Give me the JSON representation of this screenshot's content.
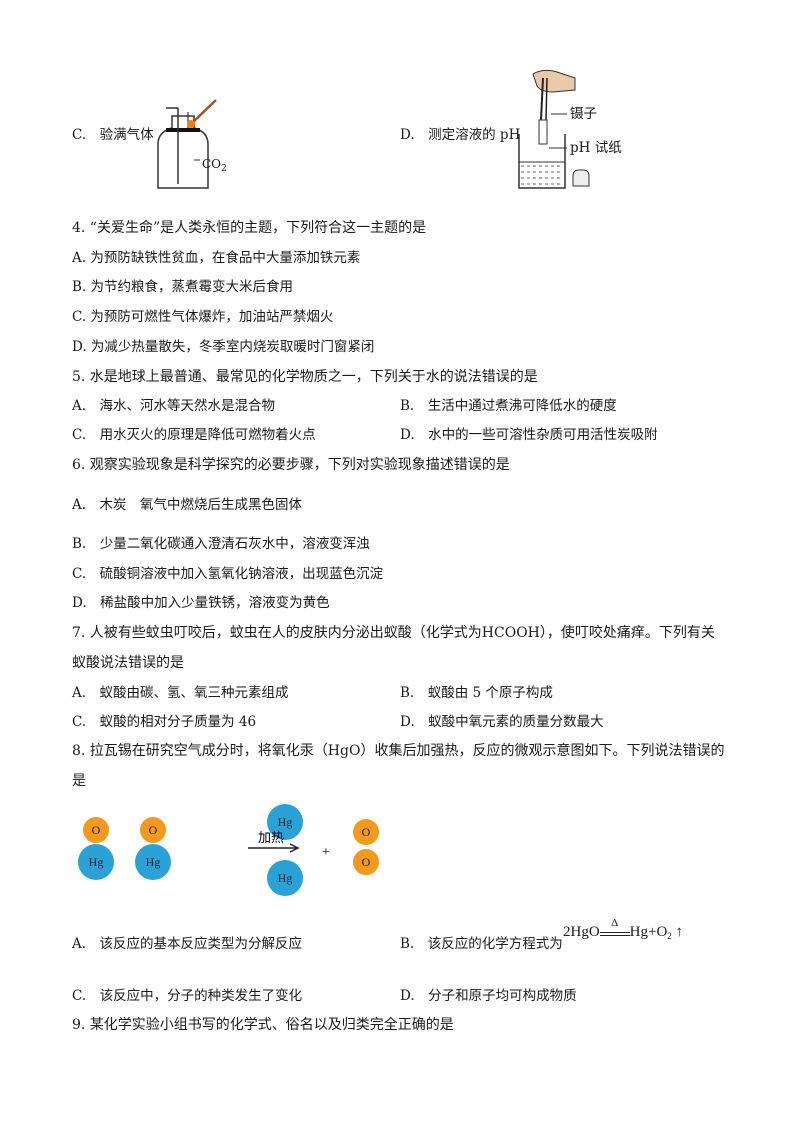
{
  "q3": {
    "optC": "C.　验满气体",
    "optD": "D.　测定溶液的 pH",
    "figC": {
      "gas": "CO",
      "gas_sub": "2"
    },
    "figD": {
      "tweezers_label": "镊子",
      "paper_label": "pH 试纸"
    }
  },
  "q4": {
    "stem": "4. “关爱生命”是人类永恒的主题，下列符合这一主题的是",
    "A": "A. 为预防缺铁性贫血，在食品中大量添加铁元素",
    "B": "B. 为节约粮食，蒸煮霉变大米后食用",
    "C": "C. 为预防可燃性气体爆炸，加油站严禁烟火",
    "D": "D. 为减少热量散失，冬季室内烧炭取暖时门窗紧闭"
  },
  "q5": {
    "stem": "5. 水是地球上最普通、最常见的化学物质之一，下列关于水的说法错误的是",
    "A": "A.　海水、河水等天然水是混合物",
    "B": "B.　生活中通过煮沸可降低水的硬度",
    "C": "C.　用水灭火的原理是降低可燃物着火点",
    "D": "D.　水中的一些可溶性杂质可用活性炭吸附"
  },
  "q6": {
    "stem": "6. 观察实验现象是科学探究的必要步骤，下列对实验现象描述错误的是",
    "A": "A.　木炭　氧气中燃烧后生成黑色固体",
    "B": "B.　少量二氧化碳通入澄清石灰水中，溶液变浑浊",
    "C": "C.　硫酸铜溶液中加入氢氧化钠溶液，出现蓝色沉淀",
    "D": "D.　稀盐酸中加入少量铁锈，溶液变为黄色"
  },
  "q7": {
    "stem1": "7. 人被有些蚊虫叮咬后，蚊虫在人的皮肤内分泌出蚁酸（化学式为HCOOH），使叮咬处痛痒。下列有关",
    "stem2": "蚁酸说法错误的是",
    "A": "A.　蚁酸由碳、氢、氧三种元素组成",
    "B": "B.　蚁酸由 5 个原子构成",
    "C": "C.　蚁酸的相对分子质量为 46",
    "D": "D.　蚁酸中氧元素的质量分数最大"
  },
  "q8": {
    "stem1": "8. 拉瓦锡在研究空气成分时，将氧化汞（HgO）收集后加强热，反应的微观示意图如下。下列说法错误的",
    "stem2": "是",
    "diagram": {
      "o": "O",
      "hg": "Hg",
      "heat": "加热",
      "plus": "+"
    },
    "A": "A.　该反应的基本反应类型为分解反应",
    "B": "B.　该反应的化学方程式为",
    "eq": {
      "left": "2HgO",
      "cond": "Δ",
      "right": "Hg+O",
      "sub": "2",
      "arrow": "↑"
    },
    "C": "C.　该反应中，分子的种类发生了变化",
    "D": "D.　分子和原子均可构成物质"
  },
  "q9": {
    "stem": "9. 某化学实验小组书写的化学式、俗名以及归类完全正确的是"
  },
  "colors": {
    "oxygen": "#f39a1e",
    "mercury": "#2aa2d8"
  }
}
